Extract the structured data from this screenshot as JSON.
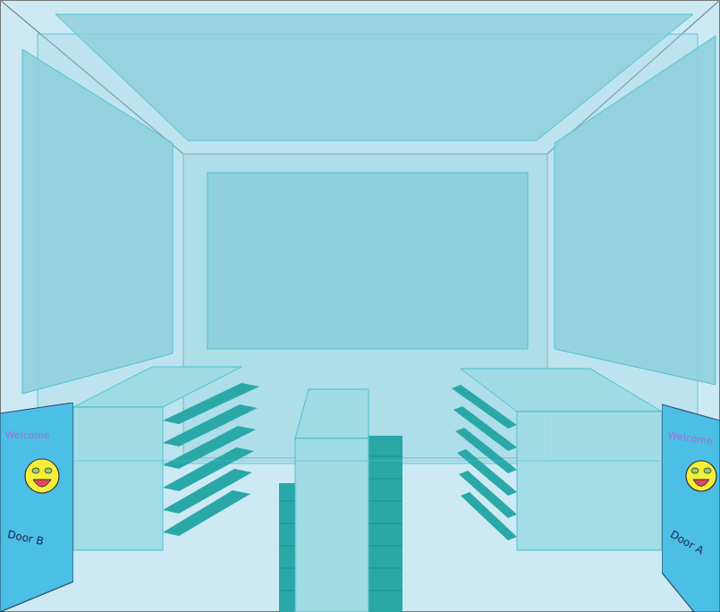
{
  "diagram": {
    "nodes": [
      {
        "text": [
          "Welcome",
          "Door B"
        ]
      },
      {
        "text": [
          "Welcome",
          "Door A"
        ]
      }
    ]
  }
}
